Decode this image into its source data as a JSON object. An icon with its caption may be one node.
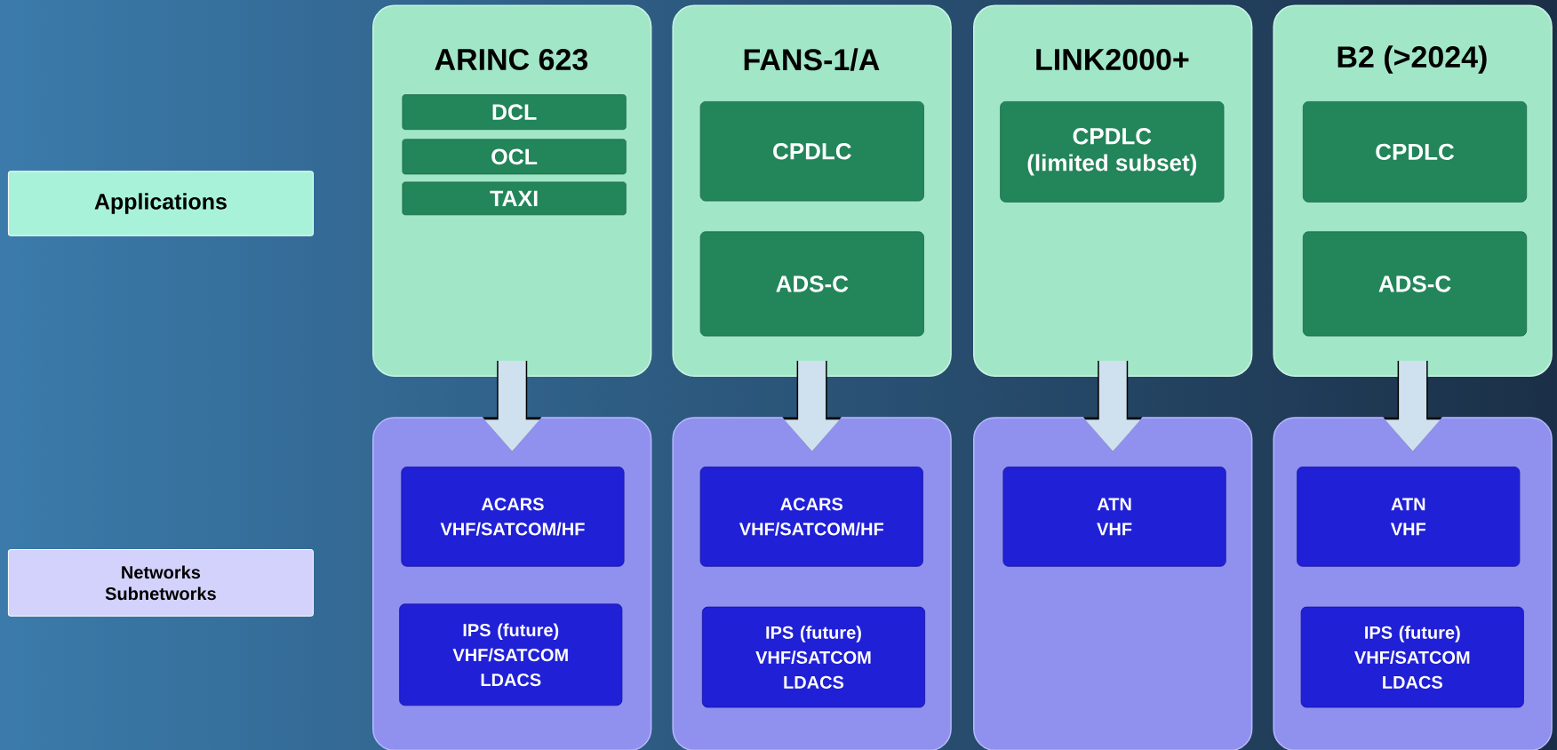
{
  "diagram": {
    "nodes": [
      {
        "text": [
          "ARINC 623"
        ]
      },
      {
        "text": [
          "DCL"
        ],
        "in": 0
      },
      {
        "text": [
          "OCL"
        ],
        "in": 0
      },
      {
        "text": [
          "TAXI"
        ],
        "in": 0
      },
      {
        "text": [
          "FANS-1/A"
        ]
      },
      {
        "text": [
          "CPDLC"
        ],
        "in": 4
      },
      {
        "text": [
          "ADS-C"
        ],
        "in": 4
      },
      {
        "text": [
          "LINK2000+"
        ]
      },
      {
        "text": [
          "CPDLC (limited subset)"
        ],
        "in": 7
      },
      {
        "text": [
          "B2 (>2024)"
        ]
      },
      {
        "text": [
          "CPDLC"
        ],
        "in": 9
      },
      {
        "text": [
          "ADS-C"
        ],
        "in": 9
      },
      {
        "text": [
          "Applications"
        ]
      },
      {
        "text": [],
        "shape": "box"
      },
      {
        "text": [
          "ACARS VHF/SATCOM/HF"
        ],
        "in": 13
      },
      {
        "text": [
          "IPS (future) VHF/SATCOM LDACS"
        ],
        "in": 13
      },
      {
        "text": [],
        "shape": "box"
      },
      {
        "text": [
          "ACARS VHF/SATCOM/HF"
        ],
        "in": 16
      },
      {
        "text": [
          "IPS (future) VHF/SATCOM LDACS"
        ],
        "in": 16
      },
      {
        "text": [],
        "shape": "box"
      },
      {
        "text": [
          "ATN VHF"
        ],
        "in": 19
      },
      {
        "text": [],
        "shape": "box"
      },
      {
        "text": [
          "ATN VHF"
        ],
        "in": 21
      },
      {
        "text": [
          "IPS (future) VHF/SATCOM LDACS"
        ],
        "in": 21
      },
      {
        "text": [
          "Networks Subnetworks"
        ]
      }
    ],
    "edges": [
      {
        "from": 0,
        "to": 13,
        "arrow": "to"
      },
      {
        "from": 4,
        "to": 16,
        "arrow": "to"
      },
      {
        "from": 7,
        "to": 19,
        "arrow": "to"
      },
      {
        "from": 9,
        "to": 21,
        "arrow": "to"
      }
    ]
  }
}
